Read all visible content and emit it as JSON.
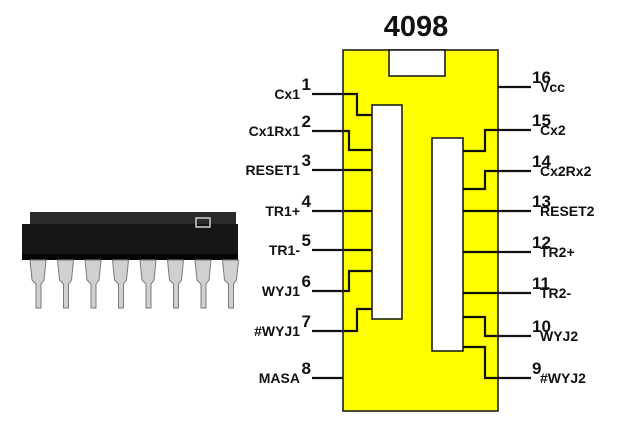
{
  "chip_title": "4098",
  "colors": {
    "body_fill": "#ffff00",
    "outline": "#111111",
    "background": "#ffffff",
    "photo_body": "#1a1a1a",
    "photo_pins": "#d0d0d0"
  },
  "pins": [
    {
      "number": "1",
      "name": "Cx1"
    },
    {
      "number": "2",
      "name": "Cx1Rx1"
    },
    {
      "number": "3",
      "name": "RESET1"
    },
    {
      "number": "4",
      "name": "TR1+"
    },
    {
      "number": "5",
      "name": "TR1-"
    },
    {
      "number": "6",
      "name": "WYJ1"
    },
    {
      "number": "7",
      "name": "#WYJ1"
    },
    {
      "number": "8",
      "name": "MASA"
    },
    {
      "number": "9",
      "name": "#WYJ2"
    },
    {
      "number": "10",
      "name": "WYJ2"
    },
    {
      "number": "11",
      "name": "TR2-"
    },
    {
      "number": "12",
      "name": "TR2+"
    },
    {
      "number": "13",
      "name": "RESET2"
    },
    {
      "number": "14",
      "name": "Cx2Rx2"
    },
    {
      "number": "15",
      "name": "Cx2"
    },
    {
      "number": "16",
      "name": "Vcc"
    }
  ],
  "photo_icon": "dip16-chip-photo"
}
